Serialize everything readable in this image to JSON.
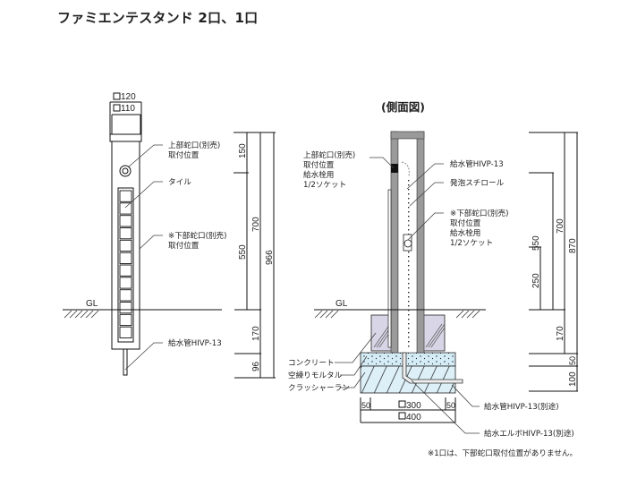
{
  "title": "ファミエンテスタンド 2口、1口",
  "front_view": {
    "width_outer": "120",
    "width_inner": "110",
    "labels": {
      "upper_faucet_line1": "上部蛇口(別売)",
      "upper_faucet_line2": "取付位置",
      "tile": "タイル",
      "lower_faucet_line1": "※下部蛇口(別売)",
      "lower_faucet_line2": "取付位置",
      "supply_pipe": "給水管HIVP-13",
      "gl": "GL"
    },
    "dimensions": {
      "top_to_upper": "150",
      "upper_to_gl": "700",
      "lower_to_gl": "550",
      "gl_to_bottom": "170",
      "pipe": "96",
      "total": "966"
    },
    "tile_count": 12
  },
  "side_view": {
    "heading": "(側面図)",
    "labels": {
      "upper_socket_line1": "上部蛇口(別売)",
      "upper_socket_line2": "取付位置",
      "upper_socket_line3": "給水栓用",
      "upper_socket_line4": "1/2ソケット",
      "supply_pipe": "給水管HIVP-13",
      "foam": "発泡スチロール",
      "lower_socket_line1": "※下部蛇口(別売)",
      "lower_socket_line2": "取付位置",
      "lower_socket_line3": "給水栓用",
      "lower_socket_line4": "1/2ソケット",
      "gl": "GL",
      "concrete": "コンクリート",
      "mortar": "空練りモルタル",
      "crusher_run": "クラッシャーラン",
      "supply_pipe_separate": "給水管HIVP-13(別途)",
      "elbow_separate": "給水エルボHIVP-13(別途)"
    },
    "dimensions": {
      "upper_to_gl": "700",
      "lower_to_gl": "550",
      "drain_to_gl": "250",
      "gl_to_bottom": "170",
      "total": "870",
      "mortar": "50",
      "crusher": "100",
      "margin_left": "50",
      "margin_right": "50",
      "inner_width": "300",
      "outer_width": "400"
    }
  },
  "footnote": "※1口は、下部蛇口取付位置がありません。",
  "colors": {
    "concrete": "#d8d6e6",
    "mortar": "#d4ecf6",
    "crusher": "#ddf0f8",
    "post_wall": "#9a9a9a"
  }
}
